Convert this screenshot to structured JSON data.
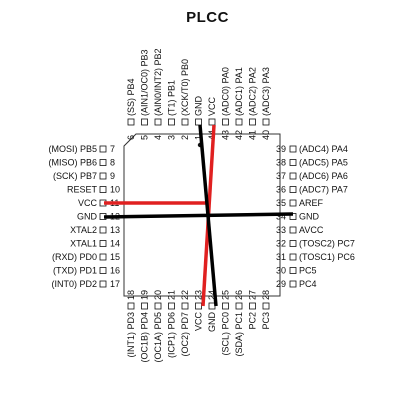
{
  "title": "PLCC",
  "colors": {
    "vcc_wire": "#e02020",
    "gnd_wire": "#000000",
    "outline": "#333333"
  },
  "pins": {
    "left": [
      {
        "num": "7",
        "name": "PB5",
        "alt": "(MOSI)"
      },
      {
        "num": "8",
        "name": "PB6",
        "alt": "(MISO)"
      },
      {
        "num": "9",
        "name": "PB7",
        "alt": "(SCK)"
      },
      {
        "num": "10",
        "name": "RESET",
        "alt": ""
      },
      {
        "num": "11",
        "name": "VCC",
        "alt": ""
      },
      {
        "num": "12",
        "name": "GND",
        "alt": ""
      },
      {
        "num": "13",
        "name": "XTAL2",
        "alt": ""
      },
      {
        "num": "14",
        "name": "XTAL1",
        "alt": ""
      },
      {
        "num": "15",
        "name": "PD0",
        "alt": "(RXD)"
      },
      {
        "num": "16",
        "name": "PD1",
        "alt": "(TXD)"
      },
      {
        "num": "17",
        "name": "PD2",
        "alt": "(INT0)"
      }
    ],
    "right": [
      {
        "num": "39",
        "name": "PA4",
        "alt": "(ADC4)"
      },
      {
        "num": "38",
        "name": "PA5",
        "alt": "(ADC5)"
      },
      {
        "num": "37",
        "name": "PA6",
        "alt": "(ADC6)"
      },
      {
        "num": "36",
        "name": "PA7",
        "alt": "(ADC7)"
      },
      {
        "num": "35",
        "name": "AREF",
        "alt": ""
      },
      {
        "num": "34",
        "name": "GND",
        "alt": ""
      },
      {
        "num": "33",
        "name": "AVCC",
        "alt": ""
      },
      {
        "num": "32",
        "name": "PC7",
        "alt": "(TOSC2)"
      },
      {
        "num": "31",
        "name": "PC6",
        "alt": "(TOSC1)"
      },
      {
        "num": "30",
        "name": "PC5",
        "alt": ""
      },
      {
        "num": "29",
        "name": "PC4",
        "alt": ""
      }
    ],
    "top": [
      {
        "num": "6",
        "name": "PB4",
        "alt": "(SS)"
      },
      {
        "num": "5",
        "name": "PB3",
        "alt": "(AIN1/OC0)"
      },
      {
        "num": "4",
        "name": "PB2",
        "alt": "(AIN0/INT2)"
      },
      {
        "num": "3",
        "name": "PB1",
        "alt": "(T1)"
      },
      {
        "num": "2",
        "name": "PB0",
        "alt": "(XCK/T0)"
      },
      {
        "num": "1",
        "name": "GND",
        "alt": ""
      },
      {
        "num": "44",
        "name": "VCC",
        "alt": ""
      },
      {
        "num": "43",
        "name": "PA0",
        "alt": "(ADC0)"
      },
      {
        "num": "42",
        "name": "PA1",
        "alt": "(ADC1)"
      },
      {
        "num": "41",
        "name": "PA2",
        "alt": "(ADC2)"
      },
      {
        "num": "40",
        "name": "PA3",
        "alt": "(ADC3)"
      }
    ],
    "bottom": [
      {
        "num": "18",
        "name": "PD3",
        "alt": "(INT1)"
      },
      {
        "num": "19",
        "name": "PD4",
        "alt": "(OC1B)"
      },
      {
        "num": "20",
        "name": "PD5",
        "alt": "(OC1A)"
      },
      {
        "num": "21",
        "name": "PD6",
        "alt": "(ICP1)"
      },
      {
        "num": "22",
        "name": "PD7",
        "alt": "(OC2)"
      },
      {
        "num": "23",
        "name": "VCC",
        "alt": ""
      },
      {
        "num": "24",
        "name": "GND",
        "alt": ""
      },
      {
        "num": "25",
        "name": "PC0",
        "alt": "(SCL)"
      },
      {
        "num": "26",
        "name": "PC1",
        "alt": "(SDA)"
      },
      {
        "num": "27",
        "name": "PC2",
        "alt": ""
      },
      {
        "num": "28",
        "name": "PC3",
        "alt": ""
      }
    ]
  }
}
